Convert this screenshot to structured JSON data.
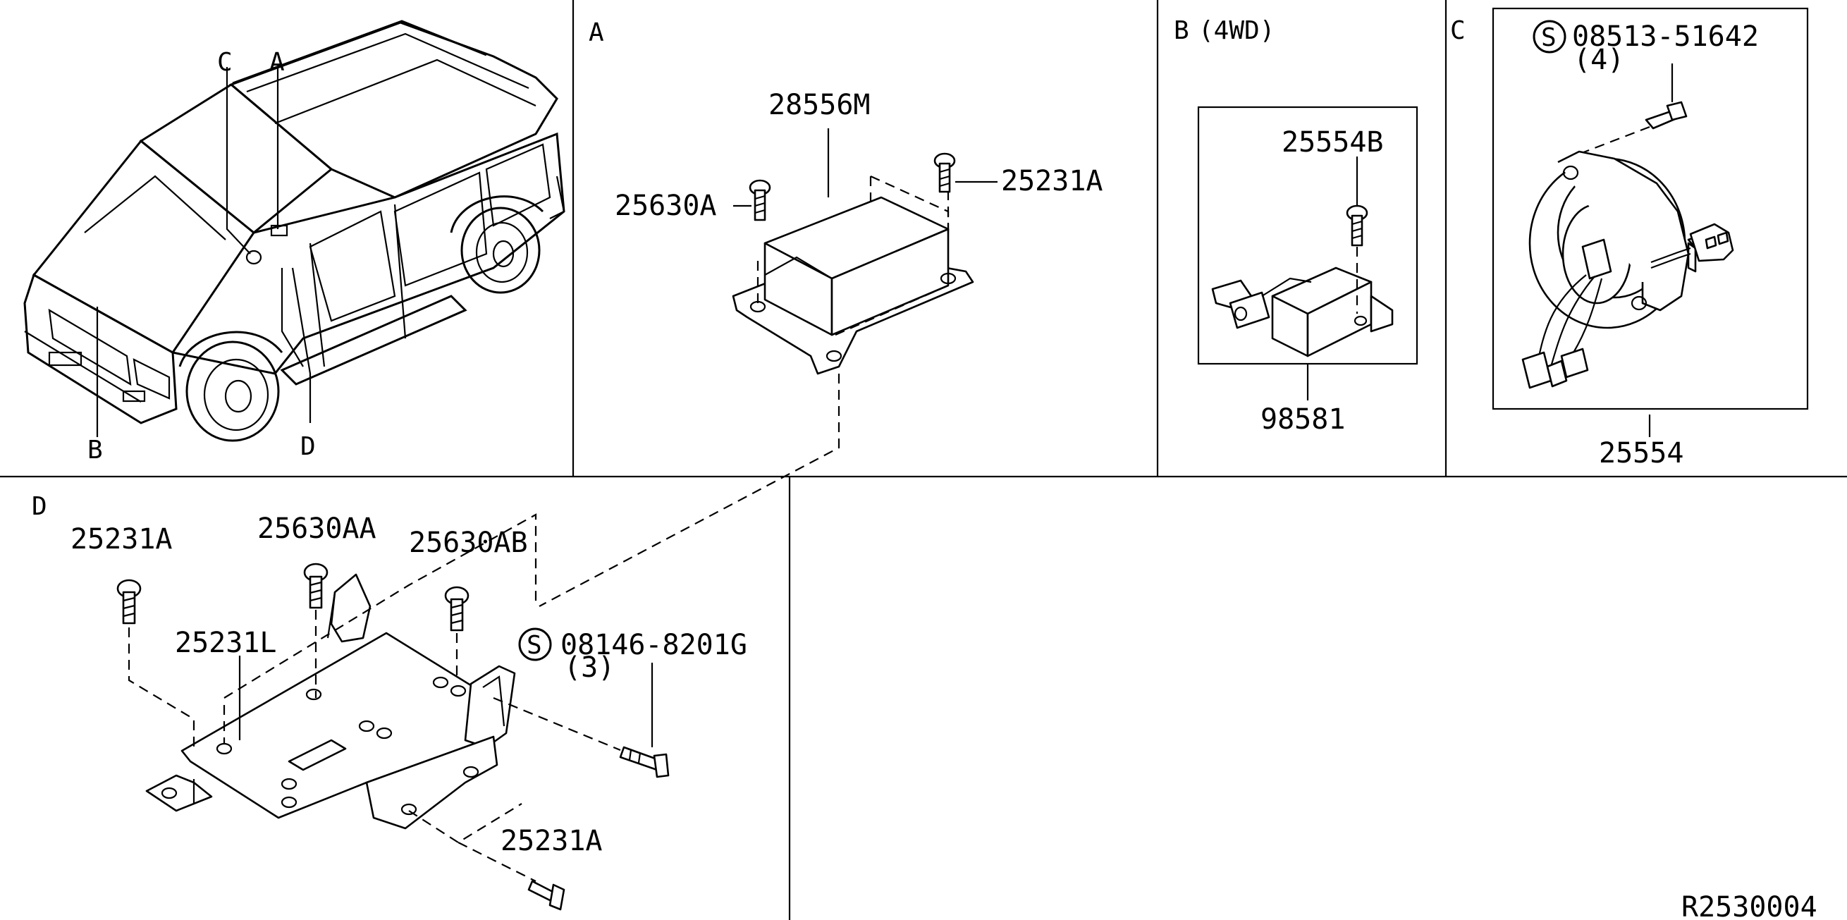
{
  "sections": {
    "a": "A",
    "b": "B",
    "b_note": "(4WD)",
    "c": "C",
    "d": "D"
  },
  "vehicle_callouts": {
    "a": "A",
    "b": "B",
    "c": "C",
    "d": "D"
  },
  "parts": {
    "p28556M": "28556M",
    "p25630A": "25630A",
    "p25231A_top": "25231A",
    "p25554B": "25554B",
    "p98581": "98581",
    "p08513": "08513-51642",
    "p08513_qty": "(4)",
    "p25554": "25554",
    "p25231A_d1": "25231A",
    "p25630AA": "25630AA",
    "p25630AB": "25630AB",
    "p25231L": "25231L",
    "p08146": "08146-8201G",
    "p08146_qty": "(3)",
    "p25231A_d2": "25231A"
  },
  "symbols": {
    "screw_symbol": "S"
  },
  "diagram_code": "R2530004"
}
